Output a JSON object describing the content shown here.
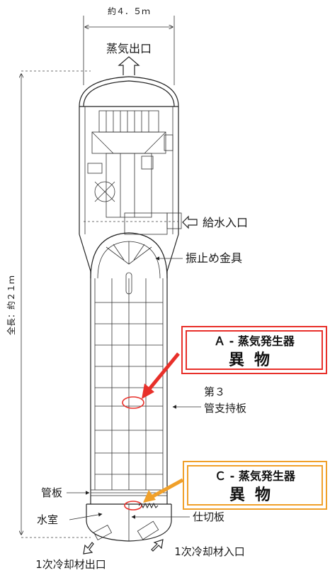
{
  "labels": {
    "width": "約４．５ｍ",
    "steam_outlet": "蒸気出口",
    "total_length": "全長：約２１ｍ",
    "feedwater_inlet": "給水入口",
    "anti_vibration": "振止め金具",
    "tube_support_line1": "第３",
    "tube_support_line2": "管支持板",
    "tube_sheet": "管板",
    "water_chamber": "水室",
    "partition": "仕切板",
    "coolant_outlet": "1次冷却材出口",
    "coolant_inlet": "1次冷却材入口"
  },
  "callouts": {
    "a": {
      "title": "Ａ - 蒸気発生器",
      "sub": "異物"
    },
    "c": {
      "title": "Ｃ - 蒸気発生器",
      "sub": "異物"
    }
  },
  "colors": {
    "a": "#e8302a",
    "c": "#f0a02a"
  }
}
